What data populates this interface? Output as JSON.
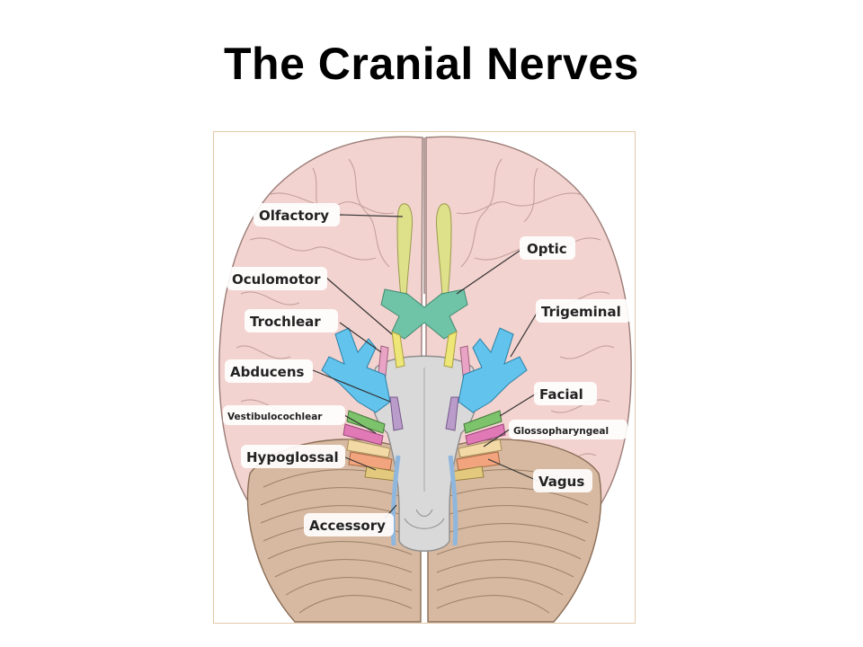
{
  "title": "The Cranial Nerves",
  "labels": {
    "olfactory": "Olfactory",
    "optic": "Optic",
    "oculomotor": "Oculomotor",
    "trochlear": "Trochlear",
    "trigeminal": "Trigeminal",
    "abducens": "Abducens",
    "facial": "Facial",
    "vestibulocochlear": "Vestibulocochlear",
    "glossopharyngeal": "Glossopharyngeal",
    "hypoglossal": "Hypoglossal",
    "vagus": "Vagus",
    "accessory": "Accessory"
  },
  "colors": {
    "cerebrum": "#f3d3cf",
    "cerebellum": "#d6b9a0",
    "brainstem": "#d9d9d9",
    "olfactory": "#dfe08a",
    "optic": "#6fc3a7",
    "oculomotor": "#efe678",
    "trochlear": "#e9a3c4",
    "trigeminal": "#62c3ec",
    "abducens": "#b99cc9",
    "facial": "#7cc36b",
    "vestibulocochlear": "#e079b6",
    "glossopharyngeal": "#f3d9a6",
    "vagus": "#f1a47d",
    "accessory": "#8fb7de",
    "hypoglossal": "#e3c97d"
  }
}
